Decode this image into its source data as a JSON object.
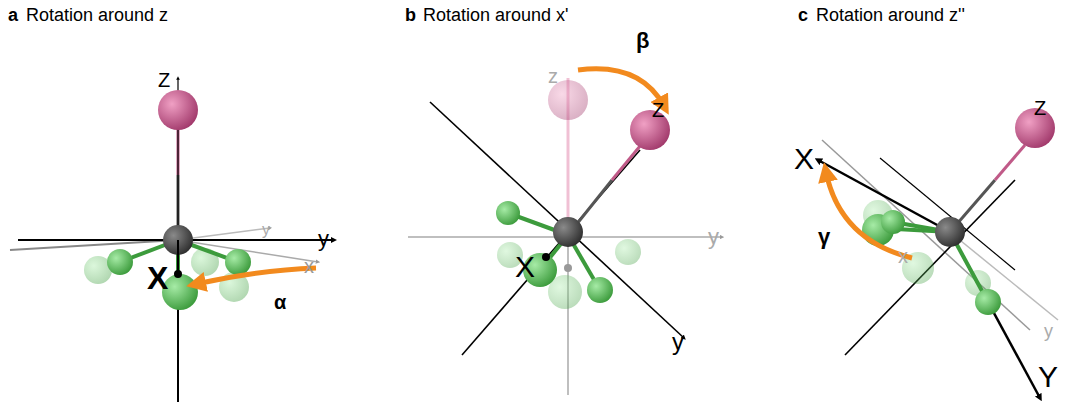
{
  "diagram": {
    "labels": [
      "a",
      "Rotation around z",
      "Z",
      "y",
      "y",
      "x",
      "X",
      "α",
      "b",
      "Rotation around x'",
      "z",
      "Z",
      "β",
      "y",
      "X",
      "y",
      "c",
      "Rotation around z''",
      "X",
      "γ",
      "Z",
      "x",
      "y",
      "Y"
    ]
  }
}
